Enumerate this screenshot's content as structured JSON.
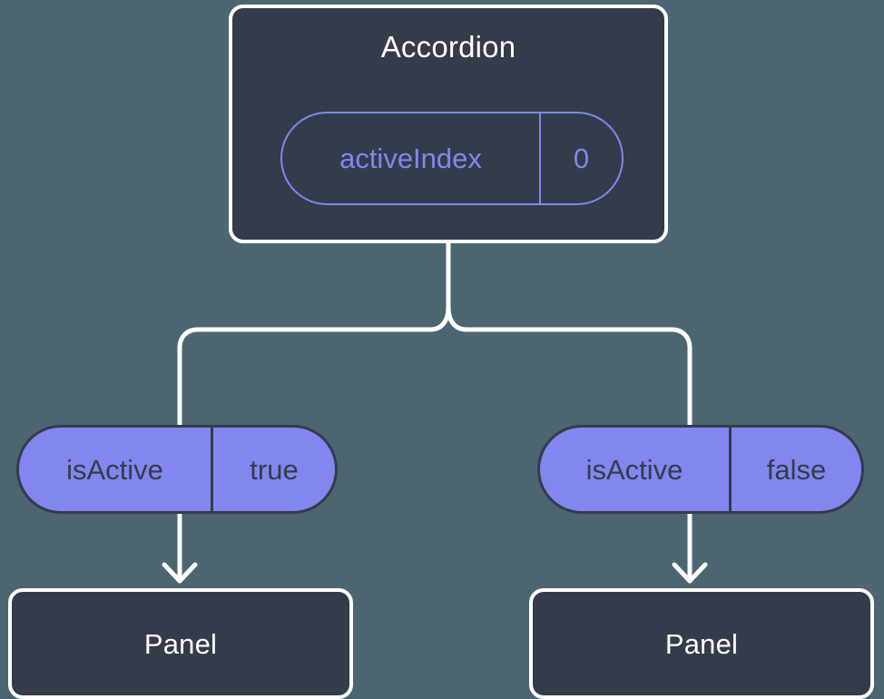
{
  "diagram": {
    "type": "component-state-tree",
    "background_color": "#4b6670",
    "colors": {
      "card_fill": "#343b4a",
      "card_border": "#ffffff",
      "accent_purple": "#8287ef",
      "connector": "#ffffff",
      "text_light": "#ffffff",
      "text_dark": "#343b4a"
    },
    "root": {
      "title": "Accordion",
      "state_pill": {
        "key": "activeIndex",
        "value": "0",
        "style": "outlined"
      }
    },
    "branches": [
      {
        "prop_pill": {
          "key": "isActive",
          "value": "true",
          "style": "filled"
        },
        "child": {
          "title": "Panel"
        }
      },
      {
        "prop_pill": {
          "key": "isActive",
          "value": "false",
          "style": "filled"
        },
        "child": {
          "title": "Panel"
        }
      }
    ]
  }
}
